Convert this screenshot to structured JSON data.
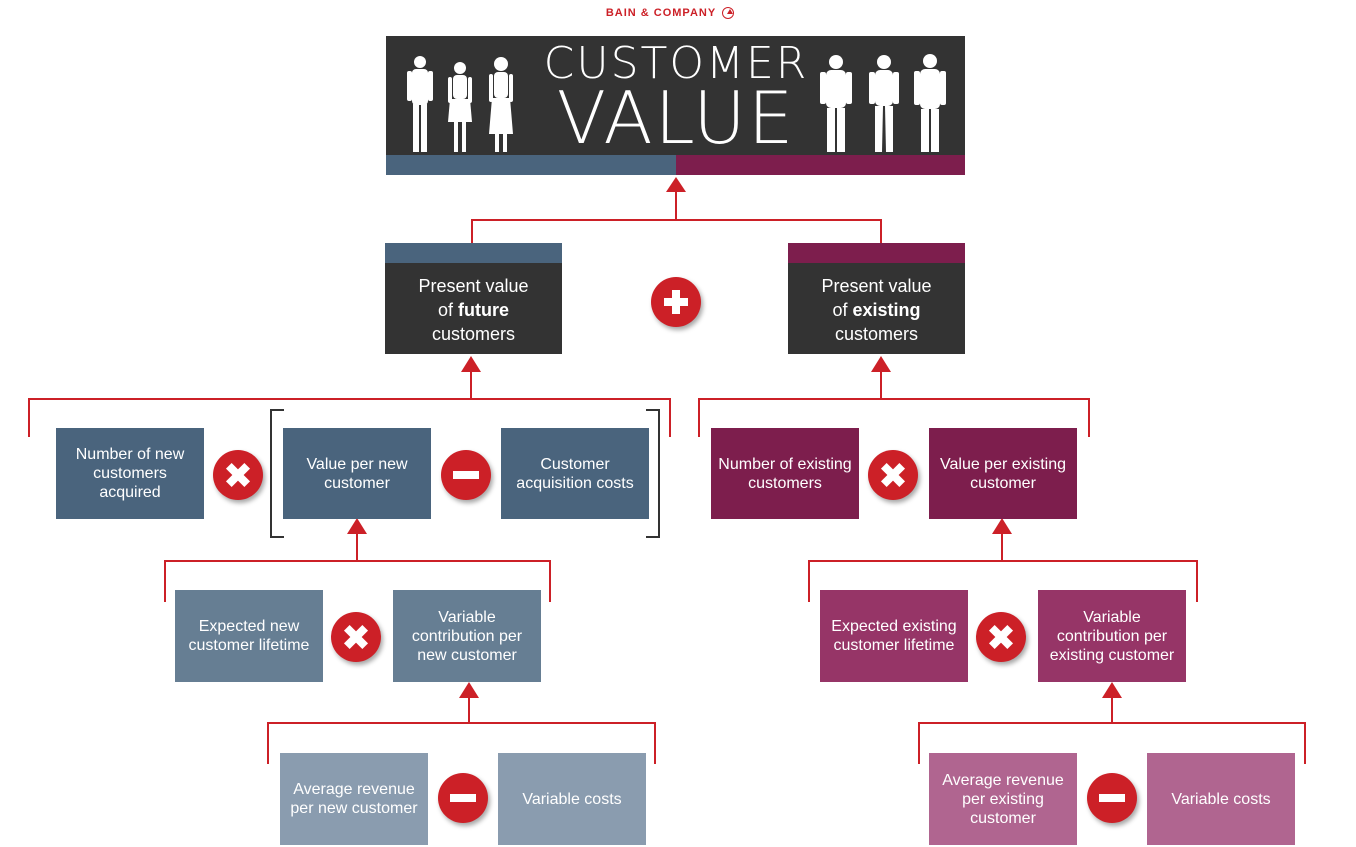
{
  "brand": {
    "name": "BAIN & COMPANY",
    "icon": "bain-logo-icon"
  },
  "banner": {
    "line1": "CUSTOMER",
    "line2": "VALUE",
    "left_color": "#4a647d",
    "right_color": "#7d1e4d"
  },
  "colors": {
    "accent_red": "#cc2027",
    "dark_box": "#333333",
    "blue": "#4a647d",
    "purple": "#7d1e4d"
  },
  "present_value": {
    "future": {
      "pre": "Present value",
      "mid": "of ",
      "bold": "future",
      "post": "customers"
    },
    "existing": {
      "pre": "Present value",
      "mid": "of ",
      "bold": "existing",
      "post": "customers"
    }
  },
  "future": {
    "number_new": "Number of new customers acquired",
    "value_per_new": "Value per new customer",
    "acquisition_costs": "Customer acquisition costs",
    "expected_lifetime": "Expected new customer lifetime",
    "variable_contribution": "Variable contribution per new customer",
    "avg_revenue": "Average revenue per new customer",
    "variable_costs": "Variable costs"
  },
  "existing": {
    "number_existing": "Number of existing customers",
    "value_per_existing": "Value per existing customer",
    "expected_lifetime": "Expected existing customer lifetime",
    "variable_contribution": "Variable contribution per existing customer",
    "avg_revenue": "Average revenue per existing customer",
    "variable_costs": "Variable costs"
  },
  "operators": {
    "plus": "plus-icon",
    "minus": "minus-icon",
    "times": "times-icon"
  }
}
